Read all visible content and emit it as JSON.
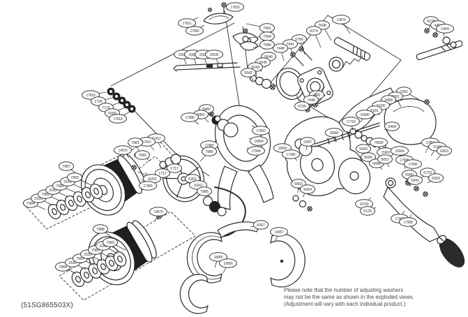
{
  "diagram": {
    "model_label": "(51SG865503X)",
    "note_lines": [
      "Please note that the number of adjusting washers",
      "may not be the same as shown in the exploded views.",
      "(Adjustment will vary with each individual product.)"
    ],
    "colors": {
      "ink": "#2b2b2b",
      "callout_stroke": "#3a3a3a",
      "paper": "#ffffff"
    },
    "callouts": [
      [
        "17633",
        337,
        10,
        -12,
        4
      ],
      [
        "17621",
        268,
        33,
        16,
        -8
      ],
      [
        "17990",
        279,
        44,
        14,
        -8
      ],
      [
        "7991",
        383,
        40,
        -30,
        -6
      ],
      [
        "7994",
        383,
        52,
        -26,
        2
      ],
      [
        "7990",
        383,
        64,
        -20,
        4
      ],
      [
        "15633",
        262,
        78,
        5,
        14
      ],
      [
        "15634",
        277,
        78,
        4,
        14
      ],
      [
        "15635",
        292,
        78,
        4,
        13
      ],
      [
        "15636",
        307,
        78,
        6,
        13
      ],
      [
        "13879",
        489,
        28,
        13,
        20
      ],
      [
        "7648",
        462,
        36,
        13,
        22
      ],
      [
        "6374",
        450,
        44,
        10,
        24
      ],
      [
        "5706",
        429,
        56,
        8,
        22
      ],
      [
        "7441",
        416,
        63,
        4,
        20
      ],
      [
        "7448",
        402,
        69,
        5,
        18
      ],
      [
        "7441",
        454,
        136,
        12,
        -12
      ],
      [
        "7448",
        446,
        143,
        9,
        -12
      ],
      [
        "5705",
        433,
        152,
        -9,
        -17
      ],
      [
        "5646",
        385,
        81,
        -5,
        16
      ],
      [
        "5645",
        377,
        89,
        -3,
        14
      ],
      [
        "5643",
        366,
        96,
        2,
        13
      ],
      [
        "5642",
        356,
        104,
        7,
        11
      ],
      [
        "17619",
        130,
        136,
        22,
        -4
      ],
      [
        "1726",
        141,
        145,
        21,
        -5
      ],
      [
        "7175",
        152,
        154,
        19,
        -7
      ],
      [
        "5909",
        161,
        162,
        18,
        -8
      ],
      [
        "17618",
        169,
        170,
        17,
        -10
      ],
      [
        "5882",
        296,
        156,
        9,
        12
      ],
      [
        "5881",
        288,
        164,
        11,
        11
      ],
      [
        "17988",
        272,
        168,
        13,
        10
      ],
      [
        "17989",
        300,
        208,
        11,
        -7
      ],
      [
        "17993",
        374,
        187,
        -13,
        -7
      ],
      [
        "18004",
        371,
        202,
        -14,
        -4
      ],
      [
        "17994",
        367,
        216,
        -13,
        -4
      ],
      [
        "17412",
        224,
        198,
        7,
        14
      ],
      [
        "17410",
        210,
        203,
        11,
        12
      ],
      [
        "7881",
        194,
        204,
        7,
        16
      ],
      [
        "7583",
        204,
        222,
        11,
        9
      ],
      [
        "1717",
        250,
        241,
        -3,
        -12
      ],
      [
        "1717",
        233,
        248,
        6,
        -14
      ],
      [
        "7980",
        300,
        217,
        -13,
        14
      ],
      [
        "14576",
        176,
        215,
        9,
        11
      ],
      [
        "16200",
        218,
        256,
        -10,
        -9
      ],
      [
        "17985",
        212,
        266,
        -9,
        -9
      ],
      [
        "5262",
        276,
        256,
        9,
        9
      ],
      [
        "15262",
        284,
        265,
        9,
        7
      ],
      [
        "7985",
        293,
        274,
        7,
        7
      ],
      [
        "7987",
        95,
        238,
        15,
        11
      ],
      [
        "7984",
        44,
        291,
        21,
        9
      ],
      [
        "3183",
        55,
        284,
        21,
        10
      ],
      [
        "7983",
        65,
        278,
        22,
        10
      ],
      [
        "3183",
        76,
        272,
        22,
        10
      ],
      [
        "7983",
        86,
        266,
        23,
        10
      ],
      [
        "3183",
        97,
        260,
        23,
        11
      ],
      [
        "7983",
        107,
        254,
        24,
        11
      ],
      [
        "7988",
        144,
        328,
        15,
        11
      ],
      [
        "14576",
        227,
        303,
        -4,
        13
      ],
      [
        "7984",
        90,
        382,
        19,
        10
      ],
      [
        "3183",
        104,
        376,
        19,
        10
      ],
      [
        "7983",
        115,
        370,
        20,
        10
      ],
      [
        "3183",
        126,
        364,
        20,
        10
      ],
      [
        "7983",
        137,
        358,
        21,
        11
      ],
      [
        "3183",
        148,
        352,
        21,
        11
      ],
      [
        "7983",
        158,
        347,
        22,
        11
      ],
      [
        "18002",
        405,
        212,
        11,
        9
      ],
      [
        "17386",
        417,
        221,
        9,
        9
      ],
      [
        "5387",
        441,
        203,
        -2,
        12
      ],
      [
        "18000",
        479,
        190,
        1,
        13
      ],
      [
        "7991",
        579,
        131,
        21,
        11
      ],
      [
        "8001",
        567,
        138,
        8,
        15
      ],
      [
        "3468",
        557,
        143,
        -3,
        14
      ],
      [
        "15180",
        546,
        151,
        -3,
        14
      ],
      [
        "5181",
        537,
        158,
        -5,
        12
      ],
      [
        "15680",
        523,
        164,
        -6,
        11
      ],
      [
        "17718",
        503,
        174,
        3,
        13
      ],
      [
        "3468",
        562,
        181,
        -11,
        5
      ],
      [
        "5650",
        521,
        213,
        5,
        13
      ],
      [
        "78636",
        543,
        204,
        10,
        9
      ],
      [
        "15663",
        553,
        218,
        5,
        13
      ],
      [
        "15664",
        573,
        216,
        1,
        13
      ],
      [
        "17851",
        617,
        204,
        -7,
        15
      ],
      [
        "11380",
        627,
        210,
        -9,
        13
      ],
      [
        "6963",
        637,
        216,
        -11,
        13
      ],
      [
        "5656",
        528,
        225,
        8,
        11
      ],
      [
        "5658",
        540,
        234,
        8,
        9
      ],
      [
        "5657",
        552,
        228,
        6,
        11
      ],
      [
        "17995",
        580,
        229,
        1,
        13
      ],
      [
        "17996",
        592,
        235,
        -3,
        13
      ],
      [
        "5723",
        613,
        247,
        -10,
        9
      ],
      [
        "5653",
        625,
        255,
        -12,
        7
      ],
      [
        "5940",
        587,
        250,
        -6,
        11
      ],
      [
        "5941",
        595,
        258,
        -8,
        9
      ],
      [
        "16700",
        522,
        292,
        10,
        -9
      ],
      [
        "5125",
        527,
        302,
        12,
        -5
      ],
      [
        "17997",
        573,
        313,
        7,
        -11
      ],
      [
        "17998",
        585,
        318,
        5,
        -11
      ],
      [
        "6278",
        618,
        30,
        -3,
        12
      ],
      [
        "3464",
        628,
        36,
        -3,
        11
      ],
      [
        "13641",
        638,
        41,
        -2,
        11
      ],
      [
        "5663",
        428,
        263,
        -1,
        13
      ],
      [
        "5664",
        441,
        271,
        -7,
        11
      ],
      [
        "6067",
        374,
        322,
        -15,
        3
      ],
      [
        "18057",
        400,
        332,
        -5,
        13
      ],
      [
        "18055",
        313,
        368,
        -5,
        15
      ],
      [
        "18056",
        327,
        377,
        -7,
        14
      ]
    ]
  }
}
